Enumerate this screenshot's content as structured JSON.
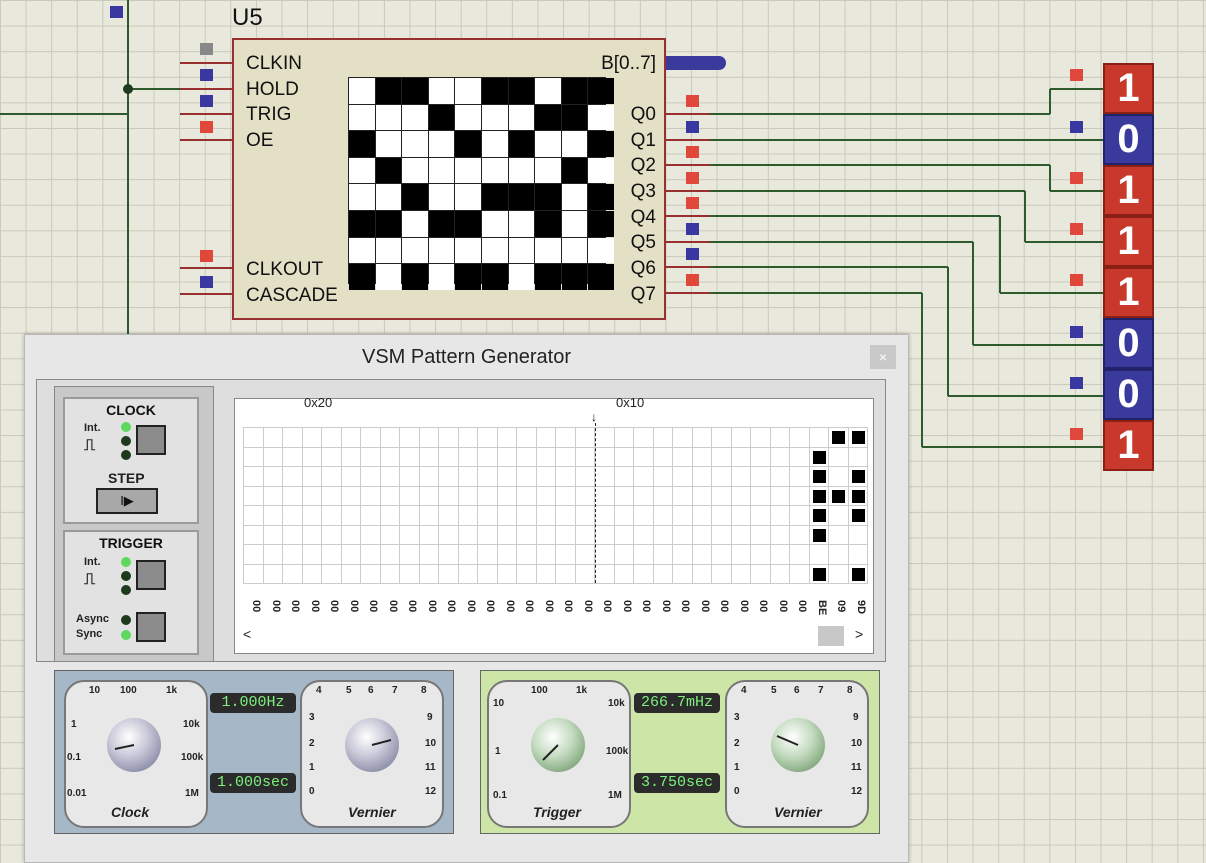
{
  "chip": {
    "name": "U5",
    "pins_left": [
      "CLKIN",
      "HOLD",
      "TRIG",
      "OE",
      "CLKOUT",
      "CASCADE"
    ],
    "pins_right": [
      "B[0..7]",
      "Q0",
      "Q1",
      "Q2",
      "Q3",
      "Q4",
      "Q5",
      "Q6",
      "Q7"
    ],
    "matrix": [
      [
        0,
        1,
        1,
        0,
        0,
        1,
        1,
        0,
        1,
        1
      ],
      [
        0,
        0,
        0,
        1,
        0,
        0,
        0,
        1,
        1,
        0
      ],
      [
        1,
        0,
        0,
        0,
        1,
        0,
        1,
        0,
        0,
        1
      ],
      [
        0,
        1,
        0,
        0,
        0,
        0,
        0,
        0,
        1,
        0
      ],
      [
        0,
        0,
        1,
        0,
        0,
        1,
        1,
        1,
        0,
        1
      ],
      [
        1,
        1,
        0,
        1,
        1,
        0,
        0,
        1,
        0,
        1
      ],
      [
        0,
        0,
        0,
        0,
        0,
        0,
        0,
        0,
        0,
        0
      ],
      [
        1,
        0,
        1,
        0,
        1,
        1,
        0,
        1,
        1,
        1
      ]
    ]
  },
  "displays": [
    "1",
    "0",
    "1",
    "1",
    "1",
    "0",
    "0",
    "1"
  ],
  "window": {
    "title": "VSM Pattern Generator",
    "close": "×",
    "clock": {
      "title": "CLOCK",
      "int": "Int.",
      "step": "STEP",
      "step_icon": "I▶"
    },
    "trigger": {
      "title": "TRIGGER",
      "int": "Int.",
      "async": "Async",
      "sync": "Sync"
    },
    "grid": {
      "header_left": "0x20",
      "header_right": "0x10",
      "columns": [
        "00",
        "00",
        "00",
        "00",
        "00",
        "00",
        "00",
        "00",
        "00",
        "00",
        "00",
        "00",
        "00",
        "00",
        "00",
        "00",
        "00",
        "00",
        "00",
        "00",
        "00",
        "00",
        "00",
        "00",
        "00",
        "00",
        "00",
        "00",
        "00",
        "BE",
        "09",
        "9D"
      ],
      "pattern": [
        [
          0,
          0,
          0,
          0,
          0,
          0,
          0,
          0,
          0,
          0,
          0,
          0,
          0,
          0,
          0,
          0,
          0,
          0,
          0,
          0,
          0,
          0,
          0,
          0,
          0,
          0,
          0,
          0,
          0,
          0,
          1,
          1
        ],
        [
          0,
          0,
          0,
          0,
          0,
          0,
          0,
          0,
          0,
          0,
          0,
          0,
          0,
          0,
          0,
          0,
          0,
          0,
          0,
          0,
          0,
          0,
          0,
          0,
          0,
          0,
          0,
          0,
          0,
          1,
          0,
          0
        ],
        [
          0,
          0,
          0,
          0,
          0,
          0,
          0,
          0,
          0,
          0,
          0,
          0,
          0,
          0,
          0,
          0,
          0,
          0,
          0,
          0,
          0,
          0,
          0,
          0,
          0,
          0,
          0,
          0,
          0,
          1,
          0,
          1
        ],
        [
          0,
          0,
          0,
          0,
          0,
          0,
          0,
          0,
          0,
          0,
          0,
          0,
          0,
          0,
          0,
          0,
          0,
          0,
          0,
          0,
          0,
          0,
          0,
          0,
          0,
          0,
          0,
          0,
          0,
          1,
          1,
          1
        ],
        [
          0,
          0,
          0,
          0,
          0,
          0,
          0,
          0,
          0,
          0,
          0,
          0,
          0,
          0,
          0,
          0,
          0,
          0,
          0,
          0,
          0,
          0,
          0,
          0,
          0,
          0,
          0,
          0,
          0,
          1,
          0,
          1
        ],
        [
          0,
          0,
          0,
          0,
          0,
          0,
          0,
          0,
          0,
          0,
          0,
          0,
          0,
          0,
          0,
          0,
          0,
          0,
          0,
          0,
          0,
          0,
          0,
          0,
          0,
          0,
          0,
          0,
          0,
          1,
          0,
          0
        ],
        [
          0,
          0,
          0,
          0,
          0,
          0,
          0,
          0,
          0,
          0,
          0,
          0,
          0,
          0,
          0,
          0,
          0,
          0,
          0,
          0,
          0,
          0,
          0,
          0,
          0,
          0,
          0,
          0,
          0,
          0,
          0,
          0
        ],
        [
          0,
          0,
          0,
          0,
          0,
          0,
          0,
          0,
          0,
          0,
          0,
          0,
          0,
          0,
          0,
          0,
          0,
          0,
          0,
          0,
          0,
          0,
          0,
          0,
          0,
          0,
          0,
          0,
          0,
          1,
          0,
          1
        ]
      ],
      "scroll_left": "<",
      "scroll_right": ">"
    },
    "clock_knobs": {
      "scale": [
        "10",
        "100",
        "1k",
        "10k",
        "100k",
        "1M",
        "0.01",
        "0.1",
        "1"
      ],
      "freq": "1.000Hz",
      "period": "1.000sec",
      "knob_label": "Clock",
      "vernier_label": "Vernier",
      "vernier_scale": [
        "4",
        "5",
        "6",
        "7",
        "8",
        "9",
        "10",
        "11",
        "12",
        "0",
        "1",
        "2",
        "3"
      ]
    },
    "trigger_knobs": {
      "scale": [
        "10",
        "100",
        "1k",
        "10k",
        "100k",
        "1M",
        "0.1",
        "1"
      ],
      "freq": "266.7mHz",
      "period": "3.750sec",
      "knob_label": "Trigger",
      "vernier_label": "Vernier",
      "vernier_scale": [
        "4",
        "5",
        "6",
        "7",
        "8",
        "9",
        "10",
        "11",
        "12",
        "0",
        "1",
        "2",
        "3"
      ]
    }
  }
}
